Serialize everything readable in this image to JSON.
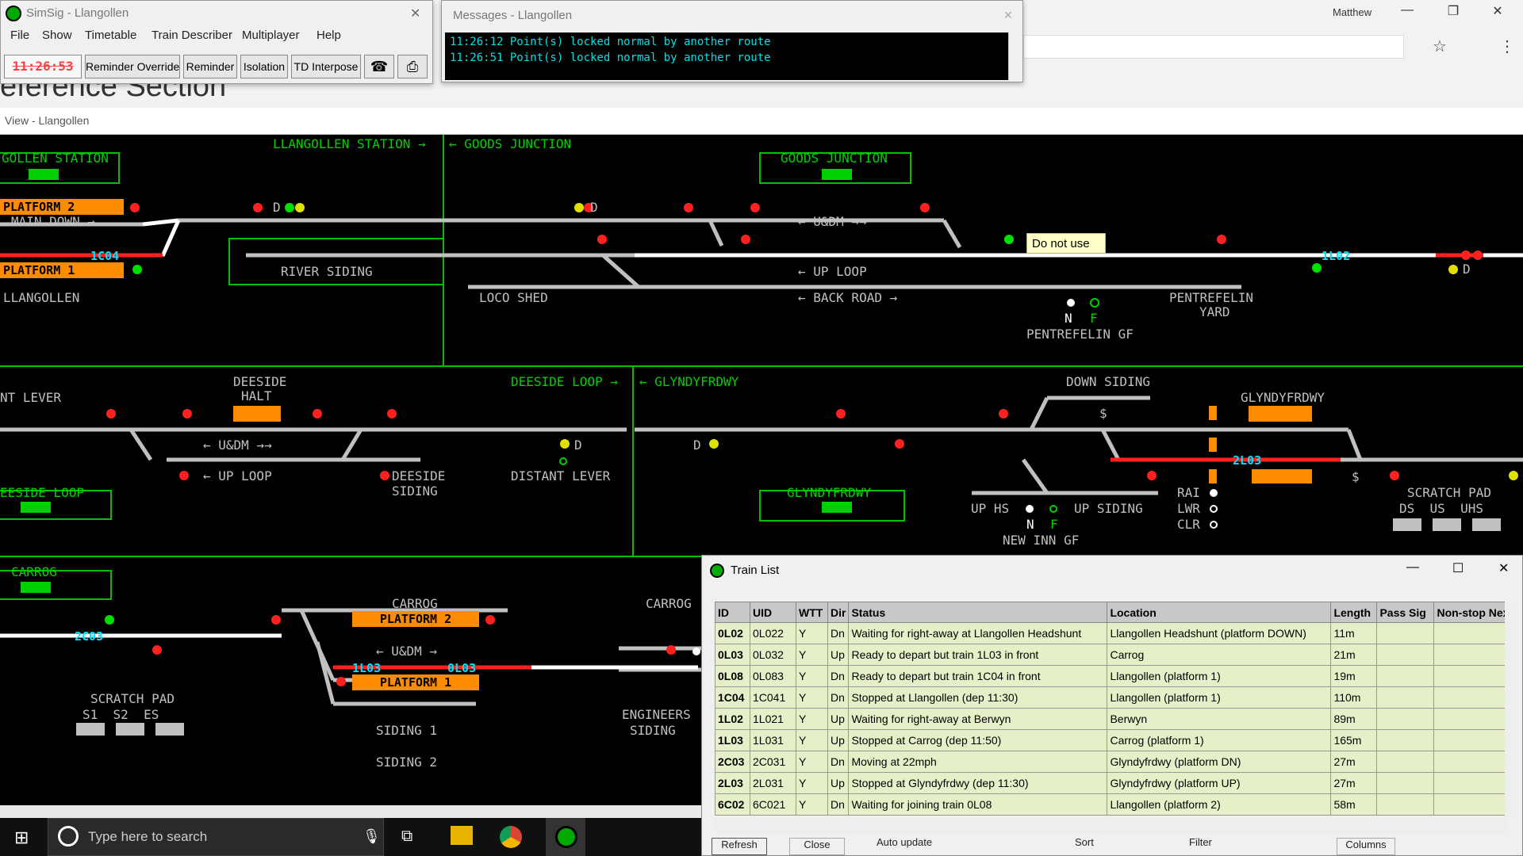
{
  "browser": {
    "user": "Matthew",
    "heading": "eference Section"
  },
  "simsig": {
    "title": "SimSig - Llangollen",
    "menu": [
      "File",
      "Show",
      "Timetable",
      "Train Describer",
      "Multiplayer",
      "Help"
    ],
    "clock": "11:26:53",
    "buttons": [
      "Reminder Override",
      "Reminder",
      "Isolation",
      "TD Interpose"
    ]
  },
  "messages": {
    "title": "Messages - Llangollen",
    "lines": [
      "11:26:12 Point(s) locked normal by another route",
      "11:26:51 Point(s) locked normal by another route"
    ]
  },
  "view": {
    "title": "View - Llangollen"
  },
  "panel": {
    "labels_top": [
      "LLANGOLLEN STATION →",
      "← GOODS JUNCTION",
      "GOLLEN STATION",
      "GOODS JUNCTION",
      "MAIN DOWN →",
      "RIVER SIDING",
      "← U&DM →→",
      "← UP LOOP",
      "LLANGOLLEN",
      "LOCO SHED",
      "← BACK ROAD →",
      "PENTREFELIN",
      "YARD",
      "PENTREFELIN GF",
      "N",
      "F"
    ],
    "platforms": [
      "PLATFORM 2",
      "PLATFORM 1"
    ],
    "headcodes": [
      "1C04",
      "1L02",
      "2L03",
      "2C03",
      "1L03",
      "0L03"
    ],
    "tooltip": "Do not use",
    "labels_mid": [
      "NT LEVER",
      "DEESIDE",
      "HALT",
      "DEESIDE LOOP →",
      "← GLYNDYFRDWY",
      "DOWN SIDING",
      "GLYNDYFRDWY",
      "← U&DM →→",
      "← UP LOOP",
      "DEESIDE",
      "SIDING",
      "DISTANT LEVER",
      "EESIDE LOOP",
      "UP HS",
      "UP SIDING",
      "N",
      "F",
      "NEW INN GF",
      "RAI",
      "LWR",
      "CLR",
      "SCRATCH PAD",
      "DS  US  UHS"
    ],
    "labels_bot": [
      "CARROG",
      "CARROG",
      "PLATFORM 2",
      "← U&DM →",
      "PLATFORM 1",
      "SIDING 1",
      "SIDING 2",
      "CARROG",
      "SCRATCH PAD",
      "S1  S2  ES",
      "ENGINEERS",
      "SIDING",
      "GLYNDYFRDWY"
    ],
    "letter_d": "D",
    "dollar": "$"
  },
  "train_list": {
    "title": "Train List",
    "columns": [
      "ID",
      "UID",
      "WTT",
      "Dir",
      "Status",
      "Location",
      "Length",
      "Pass Sig",
      "Non-stop Nex"
    ],
    "rows": [
      [
        "0L02",
        "0L022",
        "Y",
        "Dn",
        "Waiting for right-away at Llangollen Headshunt",
        "Llangollen Headshunt (platform DOWN)",
        "11m",
        "",
        ""
      ],
      [
        "0L03",
        "0L032",
        "Y",
        "Up",
        "Ready to depart but train 1L03 in front",
        "Carrog",
        "21m",
        "",
        ""
      ],
      [
        "0L08",
        "0L083",
        "Y",
        "Dn",
        "Ready to depart but train 1C04 in front",
        "Llangollen (platform 1)",
        "19m",
        "",
        ""
      ],
      [
        "1C04",
        "1C041",
        "Y",
        "Dn",
        "Stopped at Llangollen (dep 11:30)",
        "Llangollen (platform 1)",
        "110m",
        "",
        ""
      ],
      [
        "1L02",
        "1L021",
        "Y",
        "Up",
        "Waiting for right-away at Berwyn",
        "Berwyn",
        "89m",
        "",
        ""
      ],
      [
        "1L03",
        "1L031",
        "Y",
        "Up",
        "Stopped at Carrog (dep 11:50)",
        "Carrog (platform 1)",
        "165m",
        "",
        ""
      ],
      [
        "2C03",
        "2C031",
        "Y",
        "Dn",
        "Moving at 22mph",
        "Glyndyfrdwy (platform DN)",
        "27m",
        "",
        ""
      ],
      [
        "2L03",
        "2L031",
        "Y",
        "Up",
        "Stopped at Glyndyfrdwy (dep 11:30)",
        "Glyndyfrdwy (platform UP)",
        "27m",
        "",
        ""
      ],
      [
        "6C02",
        "6C021",
        "Y",
        "Dn",
        "Waiting for joining train 0L08",
        "Llangollen (platform 2)",
        "58m",
        "",
        ""
      ]
    ],
    "controls": [
      "Refresh",
      "Close",
      "Auto update",
      "Sort",
      "Filter",
      "Columns"
    ]
  },
  "taskbar": {
    "search_placeholder": "Type here to search"
  }
}
